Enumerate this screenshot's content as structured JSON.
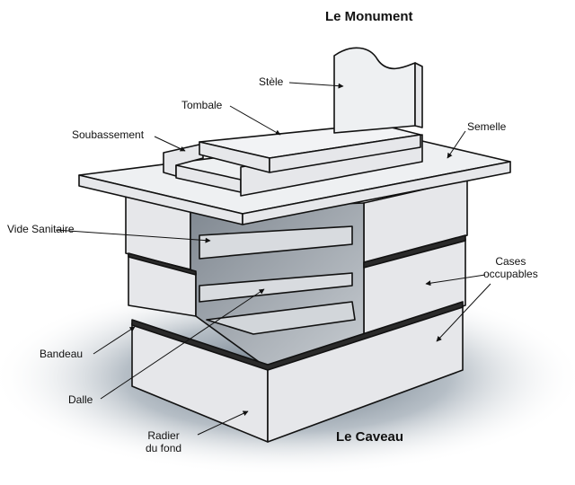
{
  "titles": {
    "monument": "Le Monument",
    "caveau": "Le Caveau"
  },
  "labels": {
    "stele": "Stèle",
    "tombale": "Tombale",
    "soubassement": "Soubassement",
    "semelle": "Semelle",
    "vide_sanitaire": "Vide Sanitaire",
    "cases_occupables": [
      "Cases",
      "occupables"
    ],
    "bandeau": "Bandeau",
    "dalle": "Dalle",
    "radier_du_fond": [
      "Radier",
      "du fond"
    ]
  },
  "colors": {
    "outline": "#111111",
    "panel": "#e6e7ea",
    "panel_light": "#eef0f2",
    "inner_shadow": "#9aa0a8",
    "ground_shadow": "#5c6b7a"
  }
}
